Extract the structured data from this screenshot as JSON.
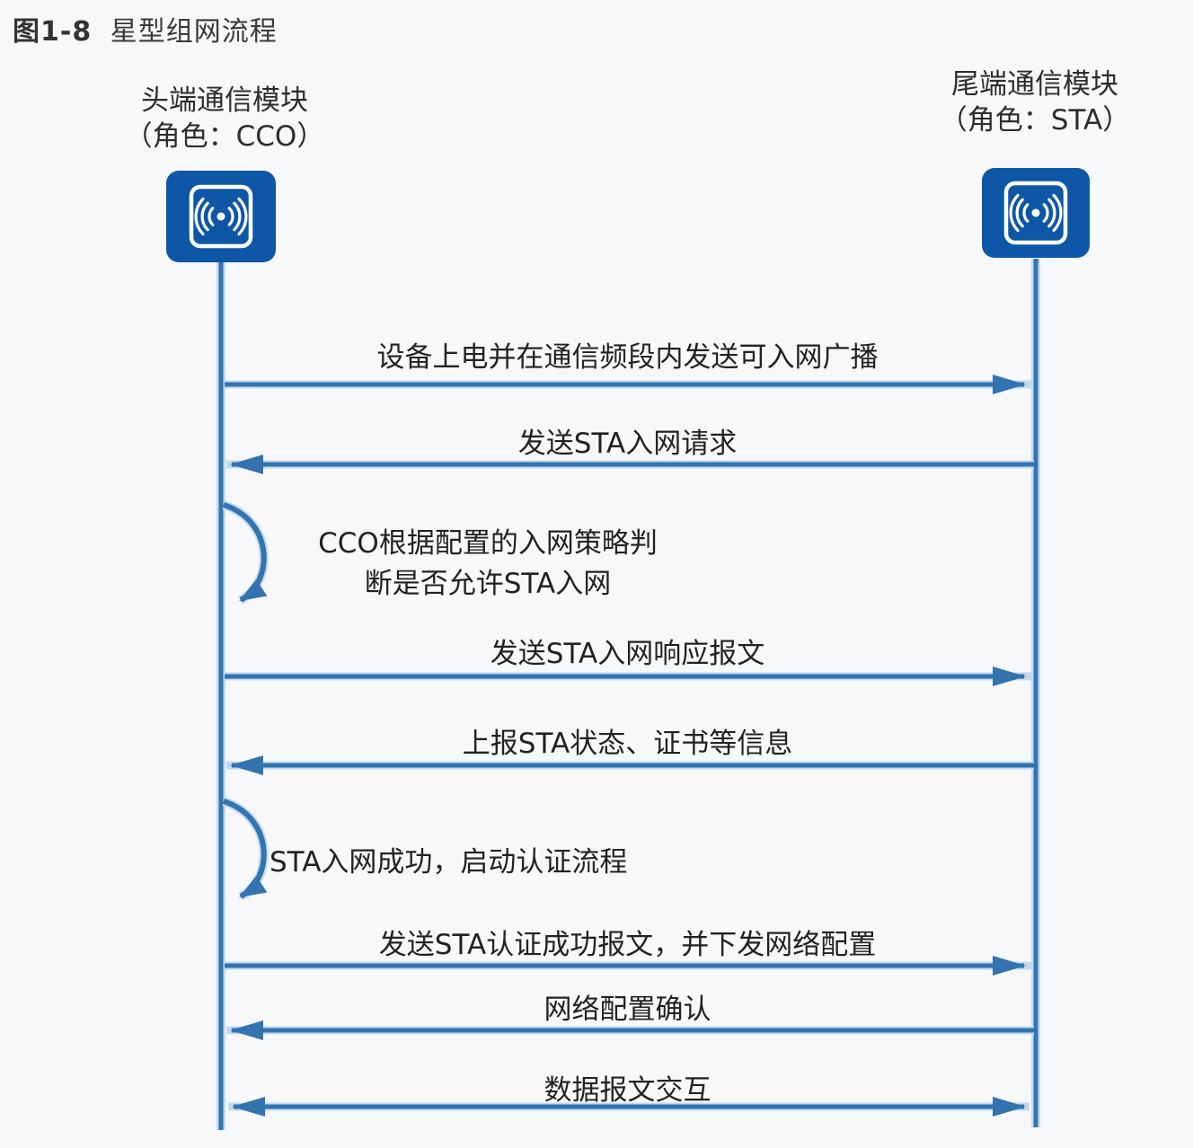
{
  "figure": {
    "label": "图1-8",
    "title": "星型组网流程"
  },
  "actors": {
    "left": {
      "name": "头端通信模块",
      "role_line": "（角色：CCO）",
      "role": "CCO"
    },
    "right": {
      "name": "尾端通信模块",
      "role_line": "（角色：STA）",
      "role": "STA"
    }
  },
  "messages": [
    {
      "label": "设备上电并在通信频段内发送可入网广播",
      "from": "CCO",
      "to": "STA",
      "direction": "right"
    },
    {
      "label": "发送STA入网请求",
      "from": "STA",
      "to": "CCO",
      "direction": "left"
    },
    {
      "label": "发送STA入网响应报文",
      "from": "CCO",
      "to": "STA",
      "direction": "right"
    },
    {
      "label": "上报STA状态、证书等信息",
      "from": "STA",
      "to": "CCO",
      "direction": "left"
    },
    {
      "label": "发送STA认证成功报文，并下发网络配置",
      "from": "CCO",
      "to": "STA",
      "direction": "right"
    },
    {
      "label": "网络配置确认",
      "from": "STA",
      "to": "CCO",
      "direction": "left"
    },
    {
      "label": "数据报文交互",
      "from": "CCO",
      "to": "STA",
      "direction": "both"
    }
  ],
  "self_actions": [
    {
      "actor": "CCO",
      "lines": [
        "CCO根据配置的入网策略判",
        "断是否允许STA入网"
      ]
    },
    {
      "actor": "CCO",
      "lines": [
        "STA入网成功，启动认证流程"
      ]
    }
  ],
  "icons": {
    "left": "comm-module-icon",
    "right": "comm-module-icon"
  },
  "colors": {
    "line_blue": "#3273b0",
    "line_halo": "#c3d9ee",
    "icon_blue": "#0d57a6",
    "text_dark": "#222222",
    "background": "#f7f8fa"
  }
}
